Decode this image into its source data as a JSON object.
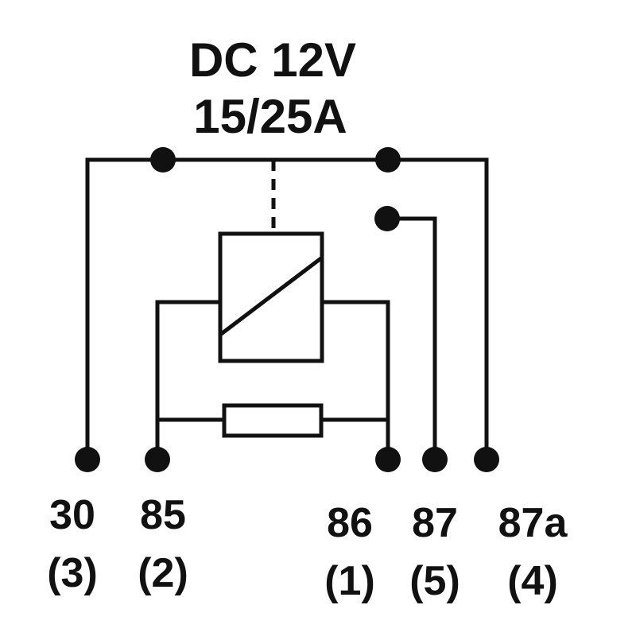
{
  "title": {
    "voltage": "DC 12V",
    "current": "15/25A"
  },
  "terminals": [
    {
      "id": "30",
      "number": "30",
      "pin": "(3)"
    },
    {
      "id": "85",
      "number": "85",
      "pin": "(2)"
    },
    {
      "id": "86",
      "number": "86",
      "pin": "(1)"
    },
    {
      "id": "87",
      "number": "87",
      "pin": "(5)"
    },
    {
      "id": "87a",
      "number": "87a",
      "pin": "(4)"
    }
  ],
  "colors": {
    "line": "#111111",
    "background": "#ffffff"
  }
}
